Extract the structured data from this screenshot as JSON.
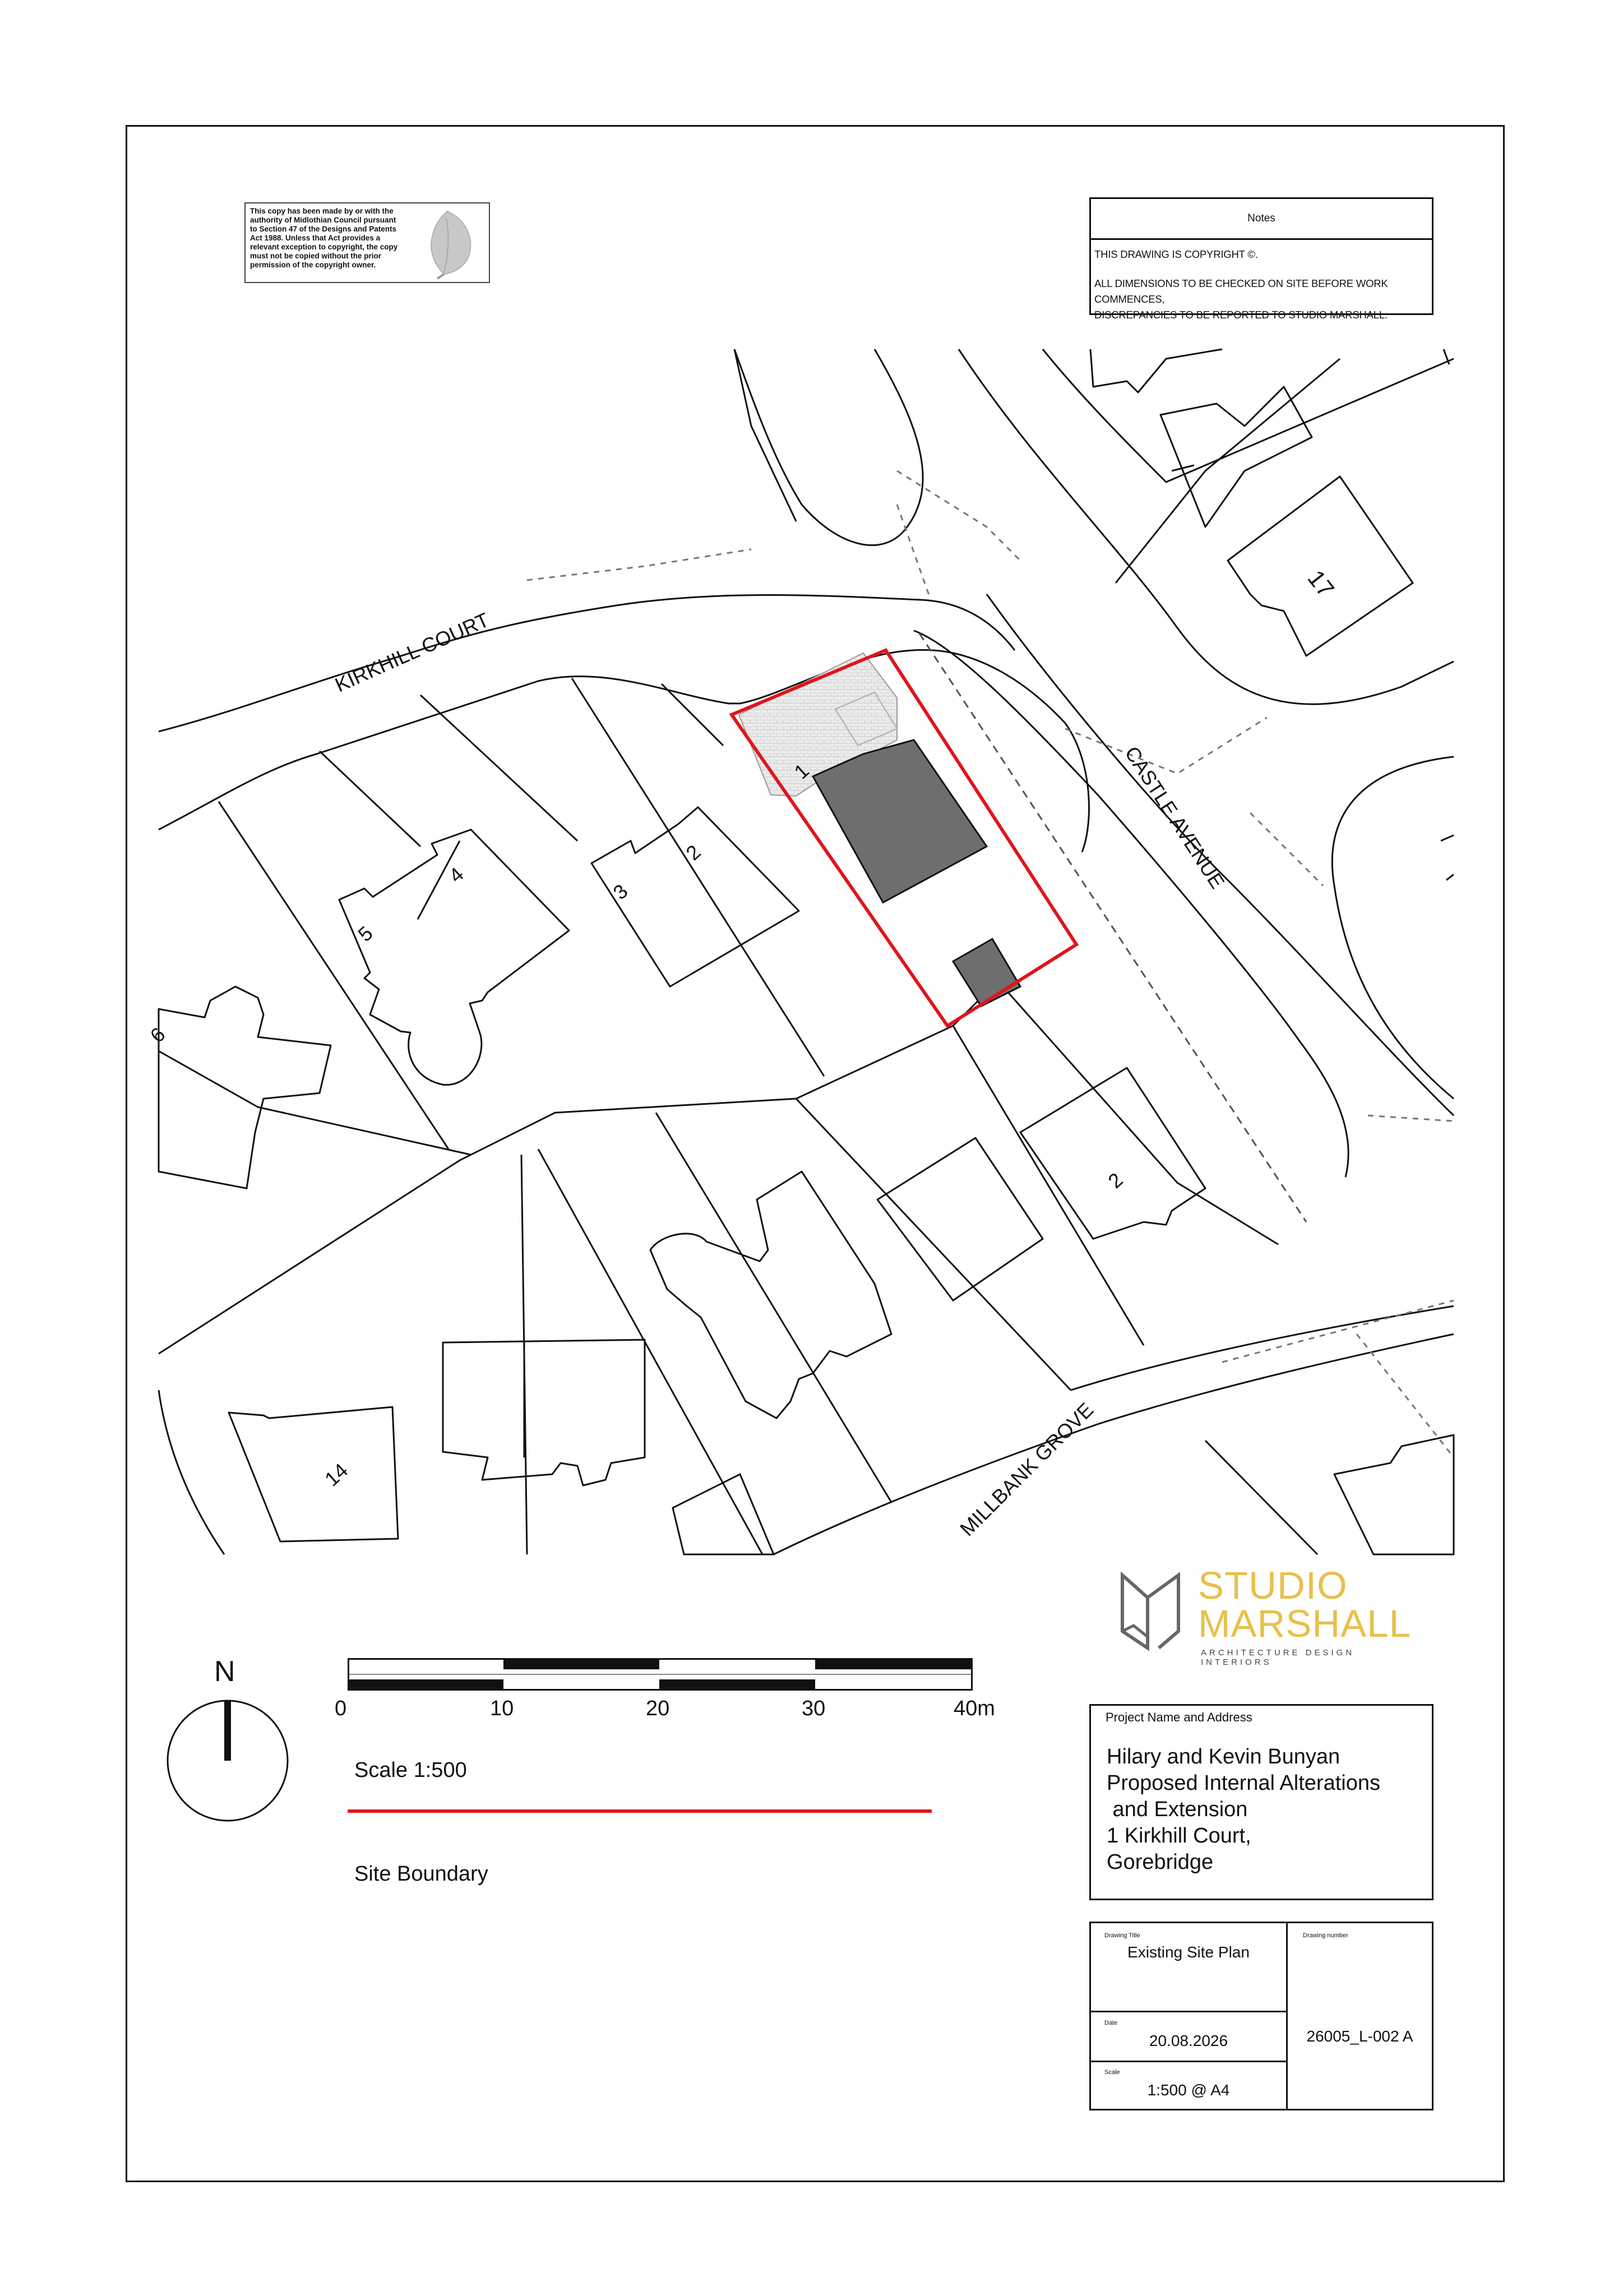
{
  "copyright_notice": {
    "lines": [
      "This copy has been made by or with the",
      "authority of Midlothian Council pursuant",
      "to Section 47 of the Designs and Patents",
      "Act 1988. Unless that Act provides a",
      "relevant exception to copyright, the copy",
      "must not be copied without the prior",
      "permission of the copyright owner."
    ]
  },
  "notes": {
    "heading": "Notes",
    "line1": "THIS DRAWING IS COPYRIGHT ©.",
    "line2": "ALL DIMENSIONS TO BE CHECKED ON SITE BEFORE WORK COMMENCES,",
    "line3": "DISCREPANCIES TO BE REPORTED TO STUDIO MARSHALL."
  },
  "map": {
    "streets": {
      "kirkhill": "KIRKHILL COURT",
      "castle": "CASTLE AVENUE",
      "millbank": "MILLBANK GROVE"
    },
    "house_numbers": {
      "n1": "1",
      "n2": "2",
      "n3": "3",
      "n4": "4",
      "n5": "5",
      "n6": "6",
      "n2b": "2",
      "n14": "14",
      "n17": "17"
    },
    "colors": {
      "site_boundary": "#e1141b",
      "building_fill": "#6e6e6e",
      "paving_fill": "#e9e9e9",
      "line": "#111111"
    }
  },
  "logo": {
    "word1": "STUDIO",
    "word2": "MARSHALL",
    "tagline": "ARCHITECTURE DESIGN INTERIORS",
    "color": "#e8c04a"
  },
  "north": {
    "label": "N"
  },
  "scale_bar": {
    "ticks": [
      "0",
      "10",
      "20",
      "30",
      "40m"
    ],
    "scale_text": "Scale 1:500"
  },
  "legend": {
    "site_boundary": "Site Boundary"
  },
  "project": {
    "heading": "Project Name and Address",
    "lines": [
      "Hilary and Kevin Bunyan",
      "Proposed Internal Alterations",
      " and Extension",
      "1 Kirkhill Court,",
      "Gorebridge"
    ]
  },
  "title_block": {
    "drawing_title_label": "Drawing Title",
    "drawing_title": "Existing Site Plan",
    "drawing_number_label": "Drawing number",
    "drawing_number": "26005_L-002 A",
    "date_label": "Date",
    "date": "20.08.2026",
    "scale_label": "Scale",
    "scale": "1:500 @ A4"
  }
}
